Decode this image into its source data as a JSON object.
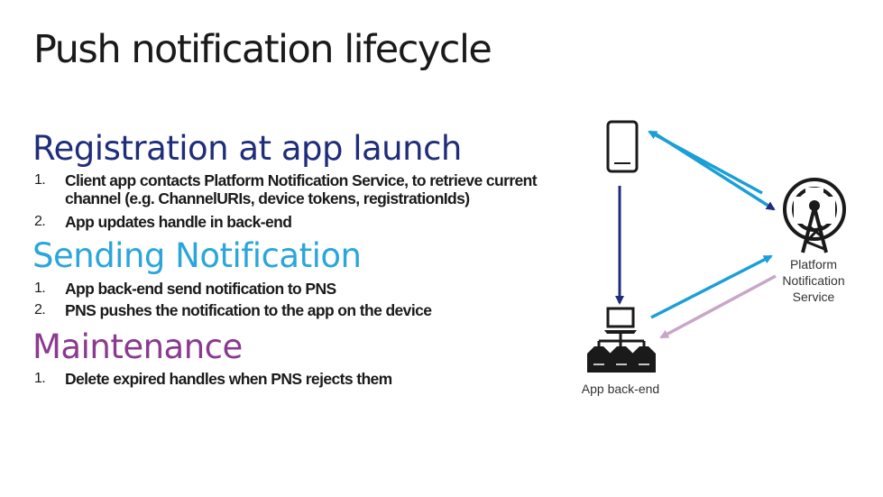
{
  "title": "Push notification lifecycle",
  "sections": [
    {
      "heading": "Registration at app launch",
      "color": "#1f2d7a",
      "steps": [
        {
          "num": "1.",
          "text": "Client app contacts Platform Notification Service, to retrieve current channel (e.g. ChannelURIs, device tokens, registrationIds)"
        },
        {
          "num": "2.",
          "text": "App updates handle in back-end"
        }
      ]
    },
    {
      "heading": "Sending Notification",
      "color": "#2aa6db",
      "steps": [
        {
          "num": "1.",
          "text": "App back-end send notification to PNS"
        },
        {
          "num": "2.",
          "text": "PNS pushes the notification to the app on the device"
        }
      ]
    },
    {
      "heading": "Maintenance",
      "color": "#8a3a8f",
      "steps": [
        {
          "num": "1.",
          "text": "Delete expired handles when PNS rejects them"
        }
      ]
    }
  ],
  "diagram": {
    "pns_label": [
      "Platform",
      "Notification",
      "Service"
    ],
    "backend_label": "App back-end",
    "icons": [
      "phone-icon",
      "antenna-tower-icon",
      "server-network-icon"
    ],
    "arrow_colors": {
      "registration": "#1a9fd8",
      "handle_update": "#1f2d7a",
      "pns_to_backend": "#c8a6c8"
    }
  }
}
